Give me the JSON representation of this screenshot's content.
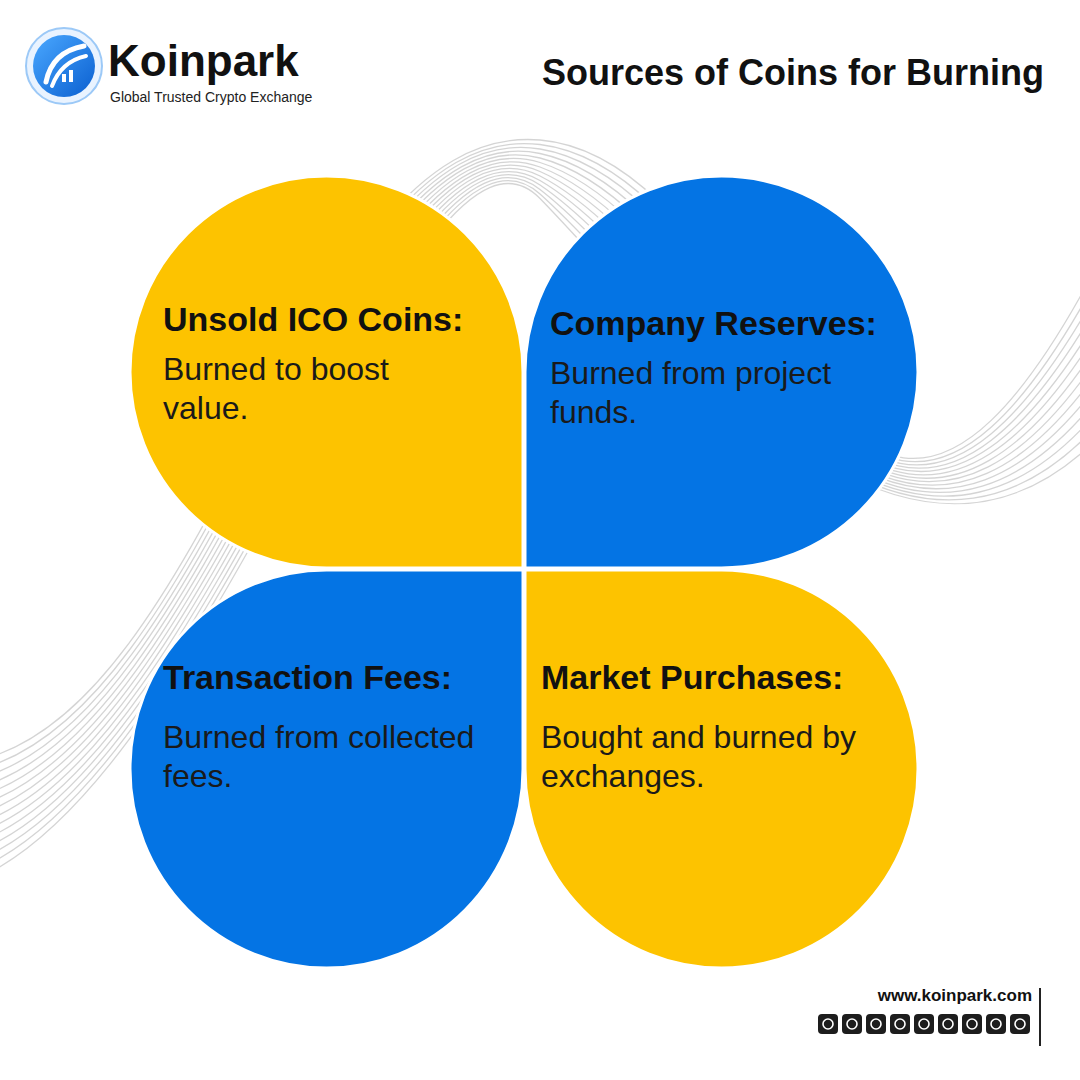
{
  "diagram": {
    "title": "Sources of Coins for Burning",
    "nodes": [
      {
        "text": [
          "Unsold ICO Coins:",
          "Burned to boost value."
        ]
      },
      {
        "text": [
          "Company Reserves:",
          "Burned from project funds."
        ]
      },
      {
        "text": [
          "Transaction Fees:",
          "Burned from collected fees."
        ]
      },
      {
        "text": [
          "Market Purchases:",
          "Bought and burned by exchanges."
        ]
      }
    ],
    "labels": [
      "Koinpark",
      "Global Trusted Crypto Exchange",
      "www.koinpark.com"
    ]
  }
}
